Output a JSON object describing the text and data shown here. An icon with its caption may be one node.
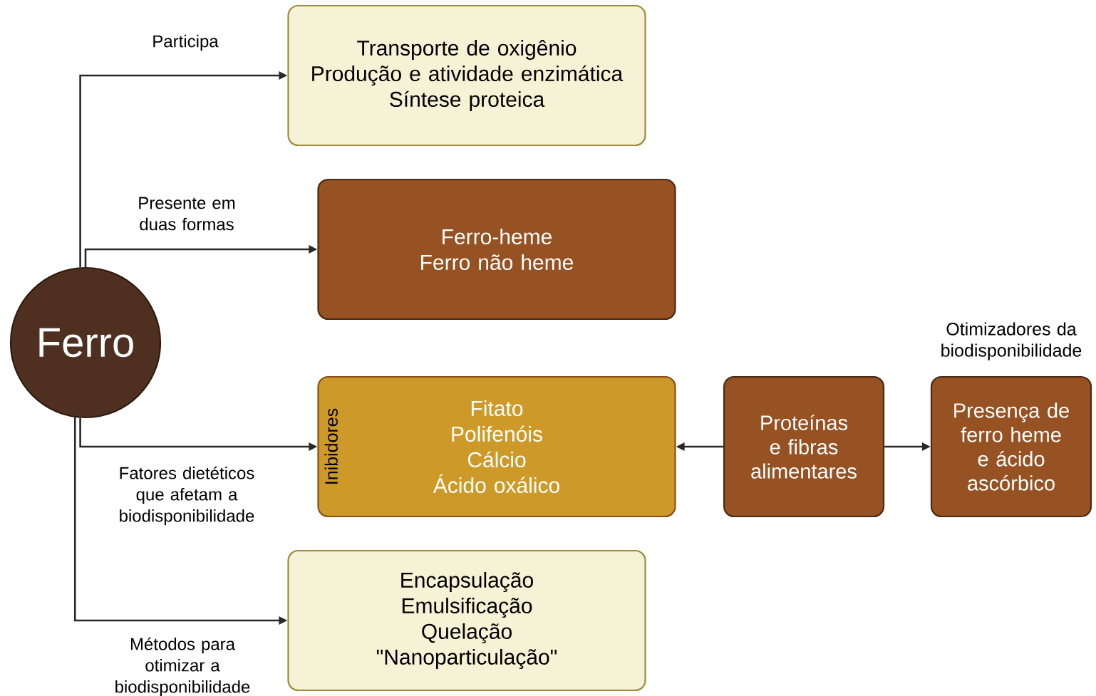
{
  "diagram": {
    "nodes": [
      {
        "text": [
          "Ferro"
        ]
      },
      {
        "text": [
          "Transporte de oxigênio",
          "Produção e atividade enzimática",
          "Síntese proteica"
        ]
      },
      {
        "text": [
          "Ferro-heme",
          "Ferro não heme"
        ]
      },
      {
        "text": [
          "Inibidores",
          "Fitato",
          "Polifenóis",
          "Cálcio",
          "Ácido oxálico"
        ]
      },
      {
        "text": [
          "Proteínas e fibras alimentares"
        ]
      },
      {
        "text": [
          "Presença de ferro heme e ácido ascórbico"
        ],
        "beside": [
          "Otimizadores da biodisponibilidade"
        ]
      },
      {
        "text": [
          "Encapsulação",
          "Emulsificação",
          "Quelação",
          "\"Nanoparticulação\""
        ]
      }
    ],
    "edges": [
      {
        "from": 0,
        "to": 1,
        "arrow": "to",
        "label": "Participa"
      },
      {
        "from": 0,
        "to": 2,
        "arrow": "to",
        "label": "Presente em duas formas"
      },
      {
        "from": 0,
        "to": 3,
        "arrow": "to",
        "label": "Fatores dietéticos que afetam a biodisponibilidade"
      },
      {
        "from": 0,
        "to": 6,
        "arrow": "to",
        "label": "Métodos para otimizar a biodisponibilidade"
      },
      {
        "from": 4,
        "to": 3,
        "arrow": "to"
      },
      {
        "from": 4,
        "to": 5,
        "arrow": "to"
      }
    ]
  }
}
